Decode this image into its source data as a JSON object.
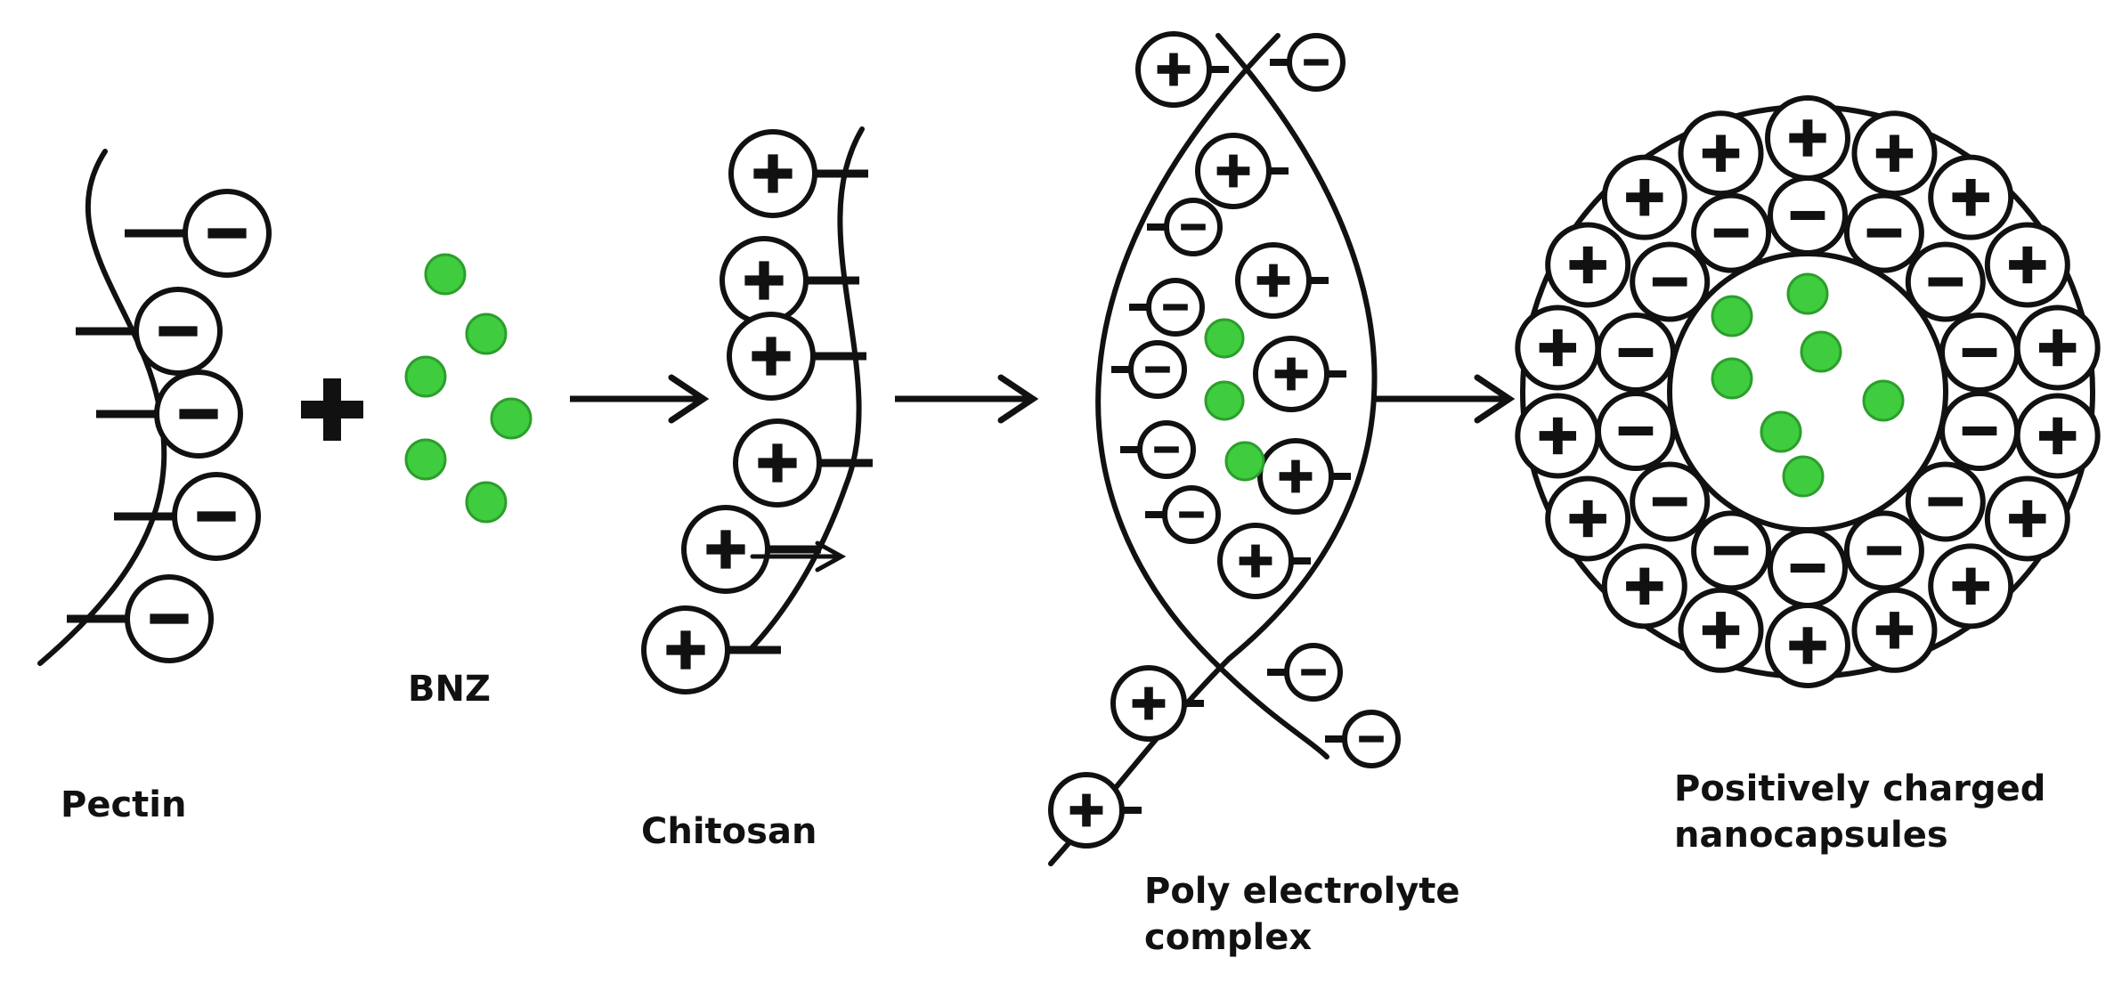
{
  "labels": {
    "pectin": "Pectin",
    "bnz": "BNZ",
    "chitosan": "Chitosan",
    "complex_line1": "Poly electrolyte",
    "complex_line2": "complex",
    "nanocapsules_line1": "Positively charged",
    "nanocapsules_line2": "nanocapsules"
  },
  "colors": {
    "stroke": "#111111",
    "drug": "#3fcc3f",
    "drug_edge": "#2c9e2c",
    "background": "#ffffff"
  },
  "icons": {
    "negative_charge": "minus-charge-icon",
    "positive_charge": "plus-charge-icon",
    "drug_particle": "green-dot-icon",
    "arrow": "right-arrow-icon",
    "plus_sign": "plus-icon"
  }
}
